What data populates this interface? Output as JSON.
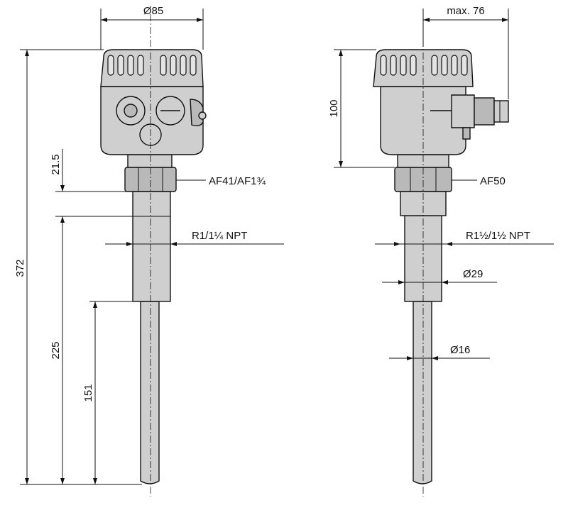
{
  "left_view": {
    "housing_diameter": "Ø85",
    "head_height_offset": "21.5",
    "total_length": "372",
    "insertion_length": "225",
    "probe_length": "151",
    "hex_size": "AF41/AF1¾",
    "thread": "R1/1¼ NPT"
  },
  "right_view": {
    "max_width": "max. 76",
    "housing_height": "100",
    "hex_size": "AF50",
    "thread": "R1½/1½ NPT",
    "upper_diameter": "Ø29",
    "probe_diameter": "Ø16"
  }
}
